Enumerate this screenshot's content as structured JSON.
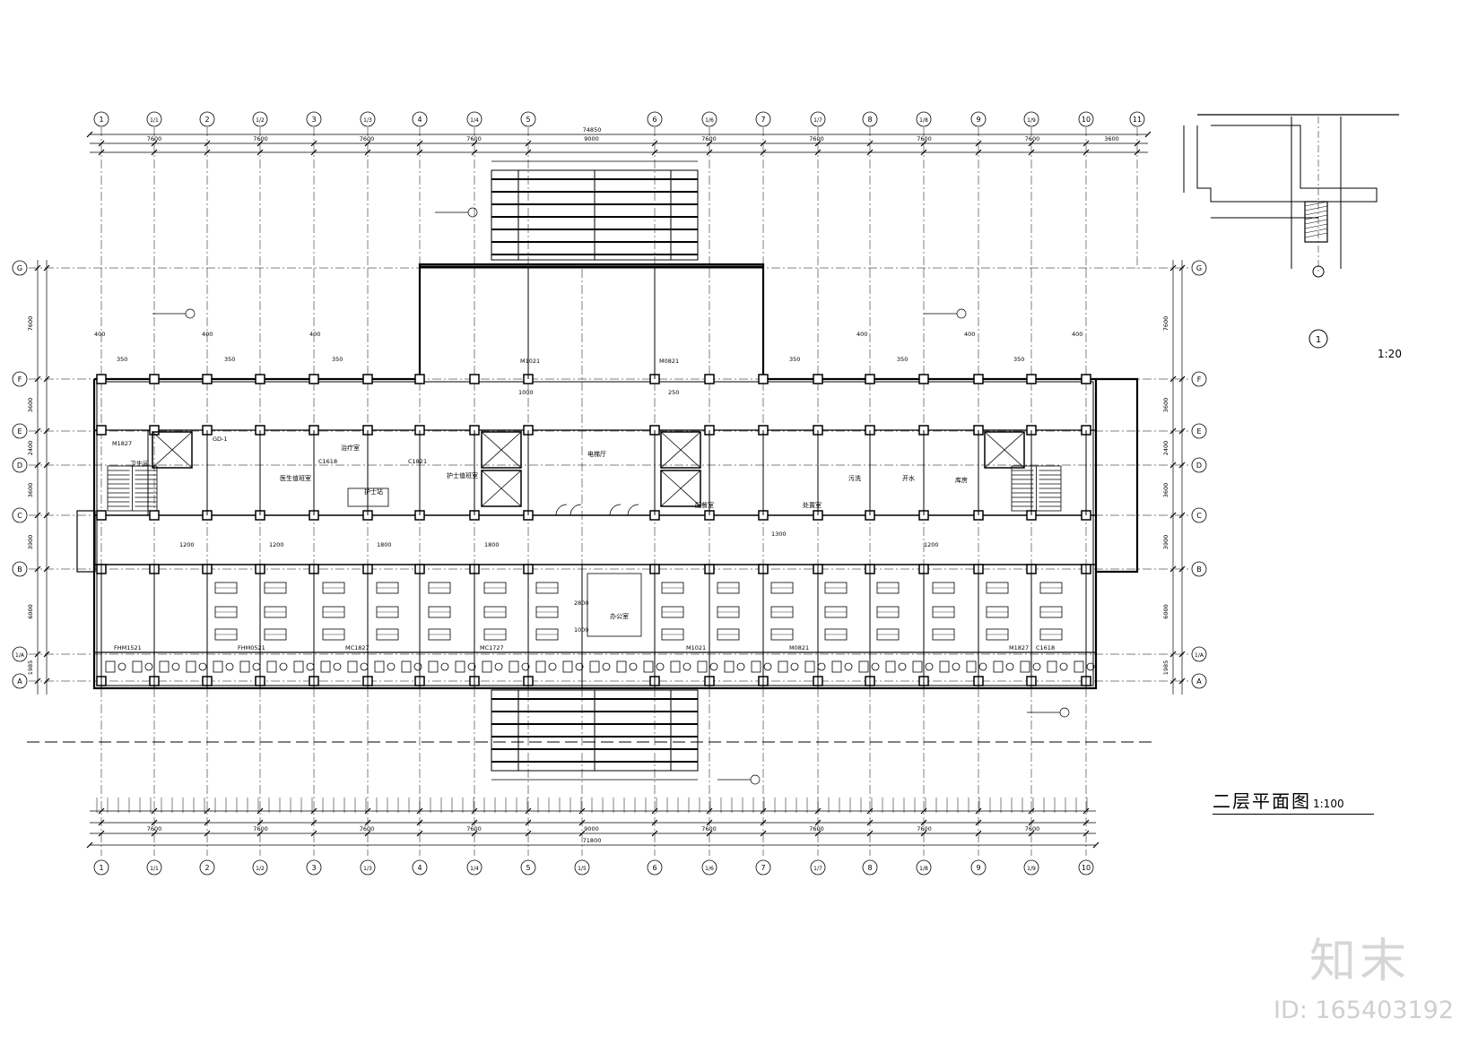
{
  "grid_bottom": [
    "1",
    "1/1",
    "2",
    "1/2",
    "3",
    "1/3",
    "4",
    "1/4",
    "5",
    "1/5",
    "6",
    "1/6",
    "7",
    "1/7",
    "8",
    "1/8",
    "9",
    "1/9",
    "10"
  ],
  "grid_top": [
    "1",
    "1/1",
    "2",
    "1/2",
    "3",
    "1/3",
    "4",
    "1/4",
    "5",
    "6",
    "1/6",
    "7",
    "1/7",
    "8",
    "1/8",
    "9",
    "1/9",
    "10",
    "11"
  ],
  "grid_rows": [
    "G",
    "F",
    "E",
    "D",
    "C",
    "B",
    "1/A",
    "A"
  ],
  "overall_dim": "74850",
  "top_dims": [
    "7600",
    "7600",
    "7600",
    "7600",
    "9000",
    "7600",
    "7600",
    "7600",
    "7600",
    "3600"
  ],
  "bottom_total_dim": "71800",
  "bottom_dims": [
    "7600",
    "7600",
    "7600",
    "7600",
    "9000",
    "7600",
    "7600",
    "7600",
    "7600"
  ],
  "row_dims_left": [
    "7600",
    "3600",
    "2400",
    "3600",
    "3900",
    "6000",
    "1985"
  ],
  "drawing_title": "二层平面图",
  "drawing_scale": "1:100",
  "detail_ref": "1",
  "detail_scale": "1:20",
  "room_labels": [
    "电梯厅",
    "护士站",
    "医生值班室",
    "护士值班室",
    "治疗室",
    "处置室",
    "配餐室",
    "办公室",
    "库房",
    "污洗",
    "开水",
    "卫生间"
  ],
  "door_tags": [
    "M1021",
    "M0821",
    "M1827",
    "C1618",
    "C1821",
    "GD-1",
    "FHM1521",
    "FHM0521",
    "MC1827",
    "MC1727"
  ],
  "watermark": {
    "logo": "知末",
    "id": "ID: 165403192"
  }
}
